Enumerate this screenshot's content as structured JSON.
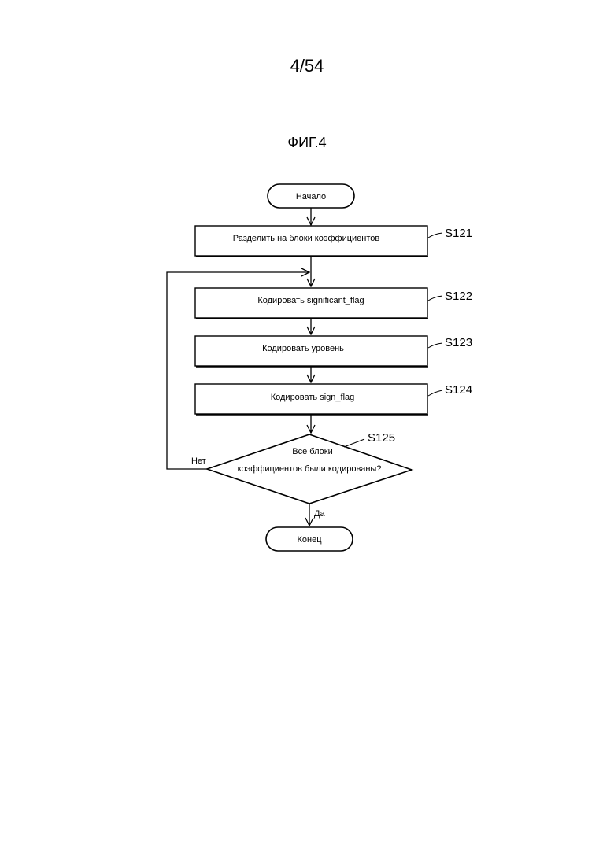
{
  "page": {
    "number": "4/54",
    "figure": "ФИГ.4"
  },
  "flowchart": {
    "start": "Начало",
    "end": "Конец",
    "steps": [
      {
        "id": "S121",
        "text": "Разделить на блоки коэффициентов"
      },
      {
        "id": "S122",
        "text": "Кодировать significant_flag"
      },
      {
        "id": "S123",
        "text": "Кодировать уровень"
      },
      {
        "id": "S124",
        "text": "Кодировать sign_flag"
      }
    ],
    "decision": {
      "id": "S125",
      "line1": "Все блоки",
      "line2": "коэффициентов были кодированы?",
      "no_label": "Нет",
      "yes_label": "Да"
    }
  }
}
